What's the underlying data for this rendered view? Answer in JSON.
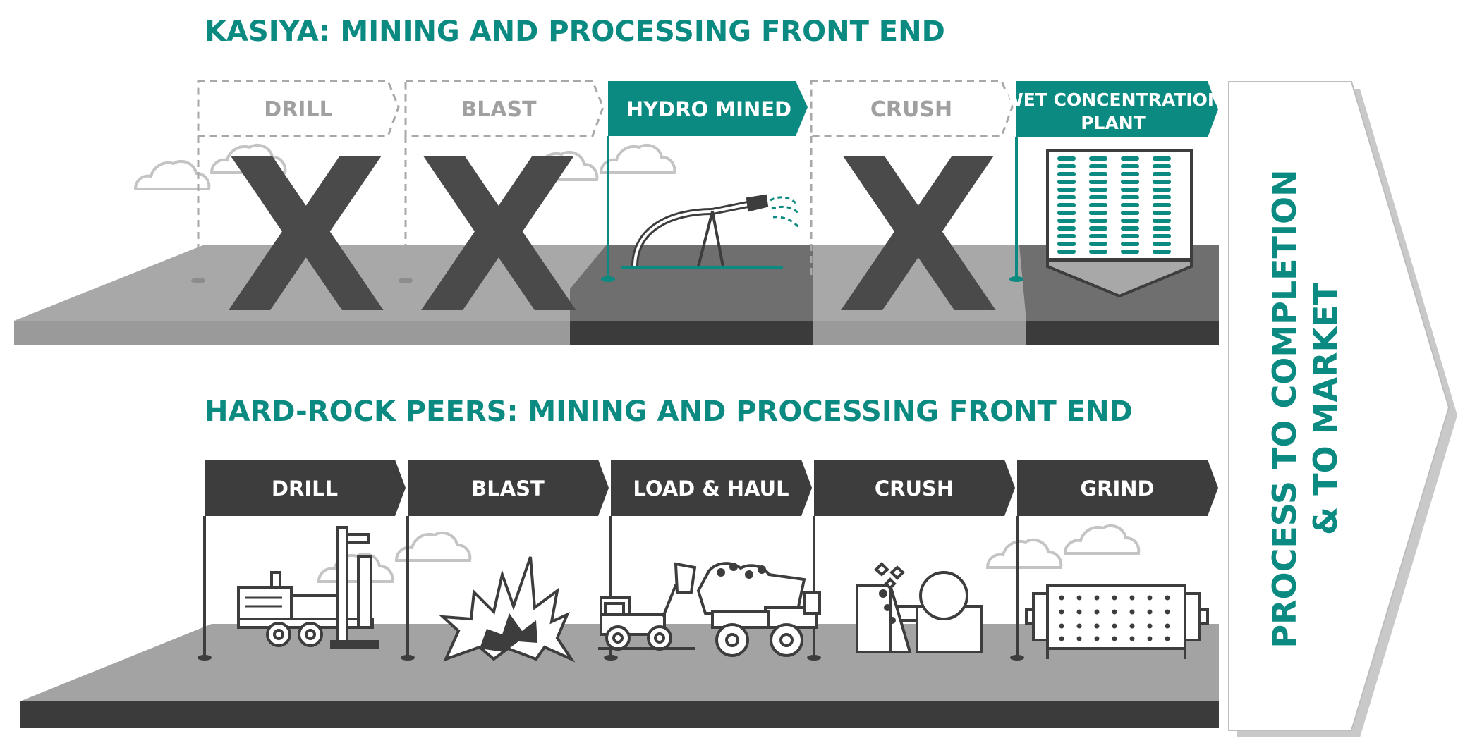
{
  "top_section": {
    "title": "KASIYA: MINING AND PROCESSING FRONT END",
    "steps": [
      {
        "label": "DRILL",
        "state": "eliminated"
      },
      {
        "label": "BLAST",
        "state": "eliminated"
      },
      {
        "label": "HYDRO MINED",
        "state": "active",
        "icon": "hydro-monitor-icon"
      },
      {
        "label": "CRUSH",
        "state": "eliminated"
      },
      {
        "label": "WET CONCENTRATION",
        "label2": "PLANT",
        "state": "active",
        "icon": "spiral-plant-icon"
      }
    ],
    "eliminated_mark": "X"
  },
  "bottom_section": {
    "title": "HARD-ROCK PEERS: MINING AND PROCESSING FRONT END",
    "steps": [
      {
        "label": "DRILL",
        "icon": "drill-rig-icon"
      },
      {
        "label": "BLAST",
        "icon": "explosion-icon"
      },
      {
        "label": "LOAD & HAUL",
        "icon": "loader-truck-icon"
      },
      {
        "label": "CRUSH",
        "icon": "crusher-icon"
      },
      {
        "label": "GRIND",
        "icon": "grinding-mill-icon"
      }
    ]
  },
  "big_arrow": {
    "line1": "PROCESS TO COMPLETION",
    "line2": "& TO MARKET"
  },
  "colors": {
    "teal": "#0a8a80",
    "dark": "#3d3d3d",
    "platform_top": "#a3a3a3",
    "platform_dark": "#878787",
    "platform_side": "#3b3b3b",
    "dashed": "#a8a8a8",
    "x_mark": "#4a4a4a",
    "arrow_fill": "#ffffff",
    "arrow_shadow": "#c8c8c8"
  }
}
